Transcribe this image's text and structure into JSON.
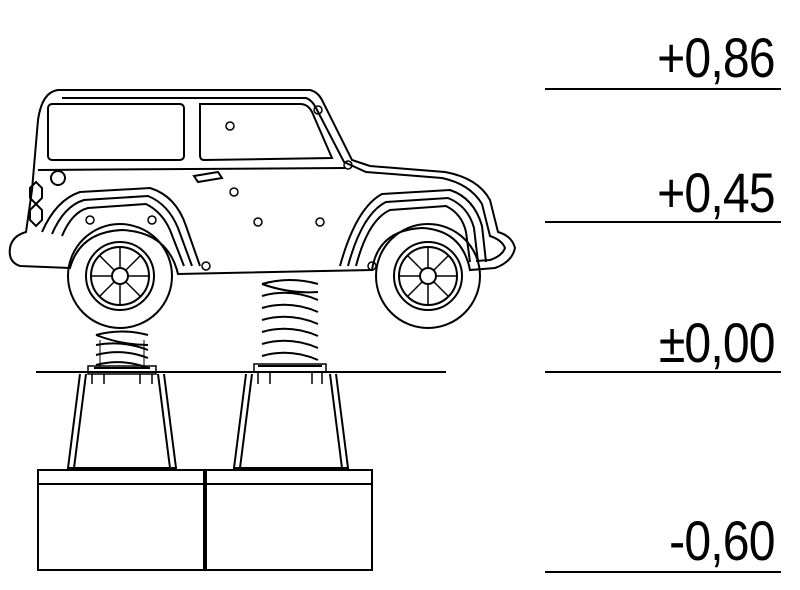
{
  "levels": [
    {
      "label": "+0,86"
    },
    {
      "label": "+0,45"
    },
    {
      "label": "±0,00"
    },
    {
      "label": "-0,60"
    }
  ],
  "colors": {
    "stroke": "#000000",
    "background": "#ffffff"
  },
  "icons": [
    "car-silhouette-icon",
    "wheel-icon",
    "spring-icon",
    "concrete-footing-icon"
  ]
}
